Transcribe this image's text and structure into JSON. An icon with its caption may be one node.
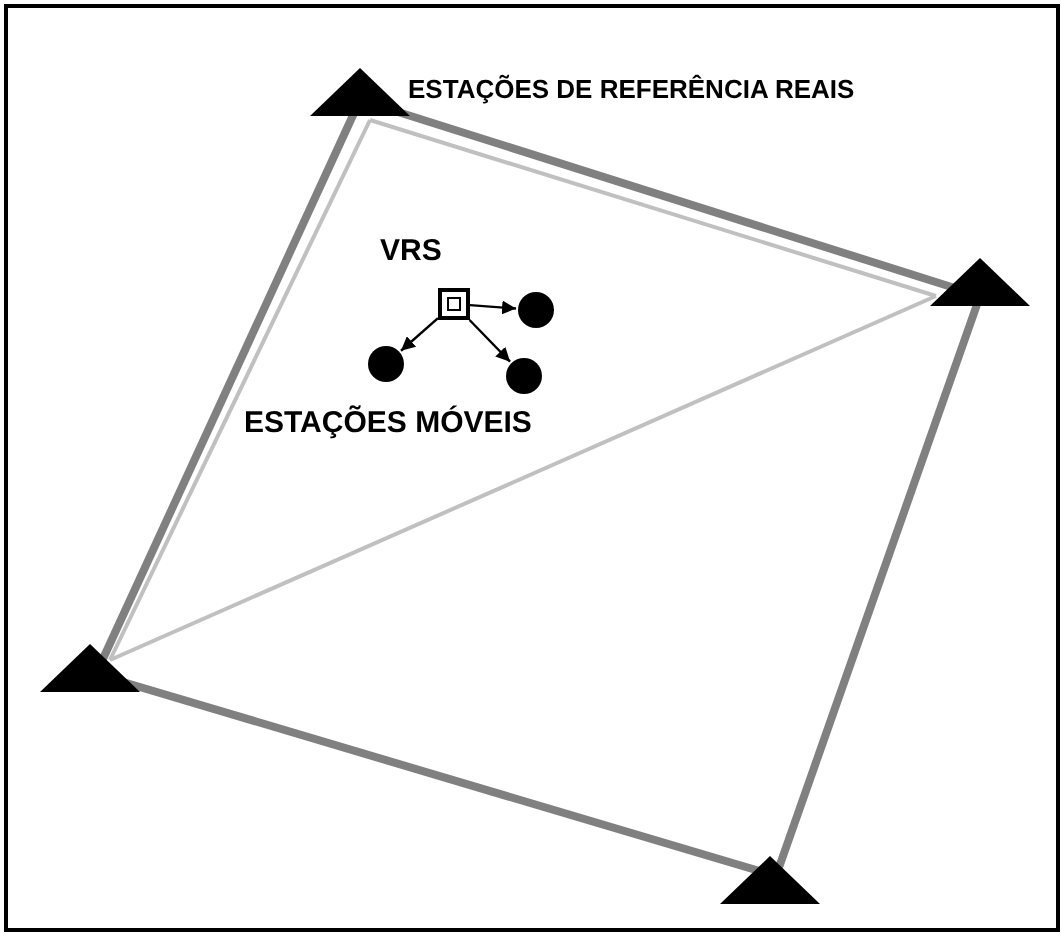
{
  "diagram": {
    "nodes": [
      {
        "text": [],
        "shape": "triangle"
      },
      {
        "text": [],
        "shape": "triangle"
      },
      {
        "text": [],
        "shape": "triangle"
      },
      {
        "text": [],
        "shape": "triangle"
      },
      {
        "text": [
          "VRS"
        ]
      },
      {
        "text": [],
        "shape": "circle"
      },
      {
        "text": [],
        "shape": "circle"
      },
      {
        "text": [],
        "shape": "circle"
      }
    ],
    "edges": [
      {
        "from": 0,
        "to": 1,
        "arrow": "none",
        "style": "thick",
        "color": "#808080"
      },
      {
        "from": 1,
        "to": 3,
        "arrow": "none",
        "style": "thick",
        "color": "#808080"
      },
      {
        "from": 3,
        "to": 2,
        "arrow": "none",
        "style": "thick",
        "color": "#808080"
      },
      {
        "from": 2,
        "to": 0,
        "arrow": "none",
        "style": "thick",
        "color": "#808080"
      },
      {
        "from": 0,
        "to": 1,
        "arrow": "none",
        "color": "#c0c0c0"
      },
      {
        "from": 1,
        "to": 2,
        "arrow": "none",
        "color": "#c0c0c0"
      },
      {
        "from": 2,
        "to": 0,
        "arrow": "none",
        "color": "#c0c0c0"
      },
      {
        "from": 4,
        "to": 5,
        "arrow": "to",
        "color": "#000000"
      },
      {
        "from": 4,
        "to": 6,
        "arrow": "to",
        "color": "#000000"
      },
      {
        "from": 4,
        "to": 7,
        "arrow": "to",
        "color": "#000000"
      }
    ],
    "labels": [
      "ESTAÇÕES DE REFERÊNCIA REAIS",
      "ESTAÇÕES MÓVEIS"
    ]
  }
}
